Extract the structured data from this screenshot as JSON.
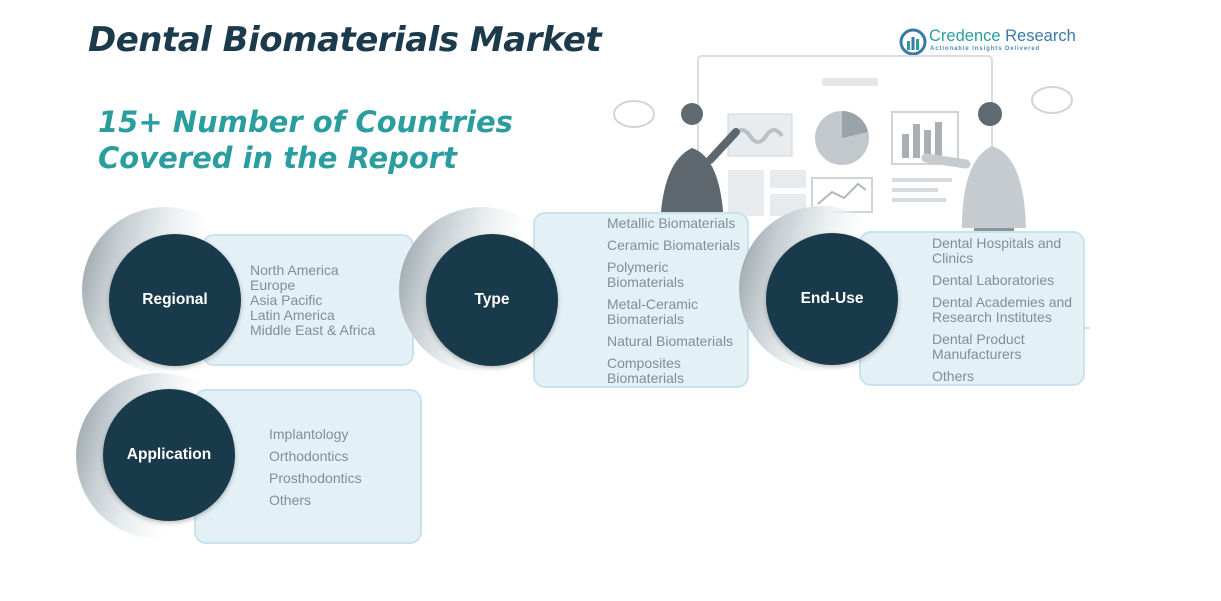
{
  "title": "Dental Biomaterials Market",
  "subtitle": {
    "line1": "15+ Number of Countries",
    "line2": "Covered in the Report"
  },
  "logo": {
    "icon": "bar-chart-logo-icon",
    "name_part1": "Credence",
    "name_part2": " Research",
    "tagline": "Actionable Insights Delivered"
  },
  "illustration": {
    "icon": "business-presentation-illustration"
  },
  "colors": {
    "title": "#1b3a4b",
    "accent_teal": "#2a9d9f",
    "circle": "#183a4a",
    "box_fill": "#e3f0f6",
    "item_text": "#7f8f99"
  },
  "segments": {
    "regional": {
      "label": "Regional",
      "items": [
        "North America",
        "Europe",
        "Asia Pacific",
        "Latin America",
        "Middle East & Africa"
      ]
    },
    "type": {
      "label": "Type",
      "items": [
        "Metallic Biomaterials",
        "Ceramic Biomaterials",
        "Polymeric Biomaterials",
        "Metal-Ceramic Biomaterials",
        "Natural Biomaterials",
        "Composites Biomaterials"
      ]
    },
    "enduse": {
      "label": "End-Use",
      "items": [
        "Dental Hospitals and Clinics",
        "Dental Laboratories",
        "Dental Academies and Research Institutes",
        "Dental Product Manufacturers",
        "Others"
      ]
    },
    "application": {
      "label": "Application",
      "items": [
        "Implantology",
        "Orthodontics",
        "Prosthodontics",
        "Others"
      ]
    }
  }
}
